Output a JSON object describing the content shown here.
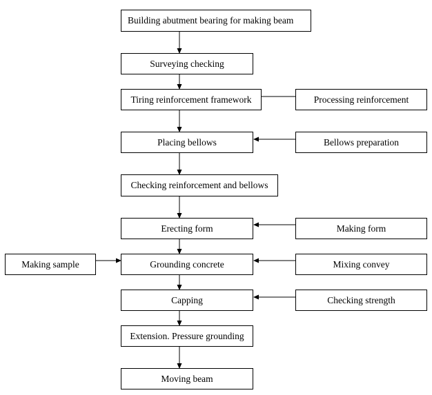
{
  "main_steps": [
    "Building abutment bearing for making beam",
    "Surveying checking",
    "Tiring reinforcement framework",
    "Placing bellows",
    "Checking reinforcement and bellows",
    "Erecting form",
    "Grounding concrete",
    "Capping",
    "Extension. Pressure grounding",
    "Moving beam"
  ],
  "side_inputs": {
    "processing_reinforcement": "Processing reinforcement",
    "bellows_preparation": "Bellows preparation",
    "making_form": "Making form",
    "mixing_convey": "Mixing convey",
    "checking_strength": "Checking strength",
    "making_sample": "Making sample"
  }
}
